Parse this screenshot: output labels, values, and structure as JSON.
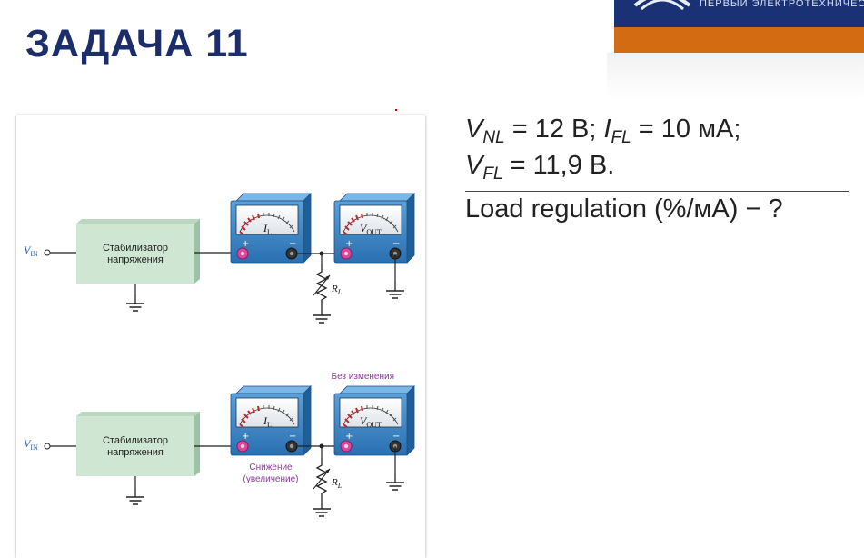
{
  "slide": {
    "title": "ЗАДАЧА 11",
    "logo_text": "ПЕРВЫЙ ЭЛЕКТРОТЕХНИЧЕС"
  },
  "problem": {
    "vnl_symbol": "V",
    "vnl_sub": "NL",
    "vnl_value": " = 12 В; ",
    "ifl_symbol": "I",
    "ifl_sub": "FL",
    "ifl_value": " = 10 мА;",
    "vfl_symbol": "V",
    "vfl_sub": "FL",
    "vfl_value": " = 11,9 В.",
    "question": "Load regulation (%/мА) − ?"
  },
  "diagram": {
    "top": {
      "vin_symbol": "V",
      "vin_sub": "IN",
      "regulator_line1": "Стабилизатор",
      "regulator_line2": "напряжения",
      "ammeter_symbol": "I",
      "ammeter_sub": "L",
      "voltmeter_symbol": "V",
      "voltmeter_sub": "OUT",
      "load_symbol": "R",
      "load_sub": "L"
    },
    "bottom": {
      "vin_symbol": "V",
      "vin_sub": "IN",
      "regulator_line1": "Стабилизатор",
      "regulator_line2": "напряжения",
      "ammeter_symbol": "I",
      "ammeter_sub": "L",
      "voltmeter_symbol": "V",
      "voltmeter_sub": "OUT",
      "load_symbol": "R",
      "load_sub": "L",
      "note_unchanged": "Без изменения",
      "note_decrease_line1": "Снижение",
      "note_decrease_line2": "(увеличение)"
    },
    "colors": {
      "regulator_fill": "#cfe6d2",
      "meter_body": "#3a82c4",
      "note_purple": "#8b3c9a",
      "vin_blue": "#2b5fa8"
    }
  }
}
